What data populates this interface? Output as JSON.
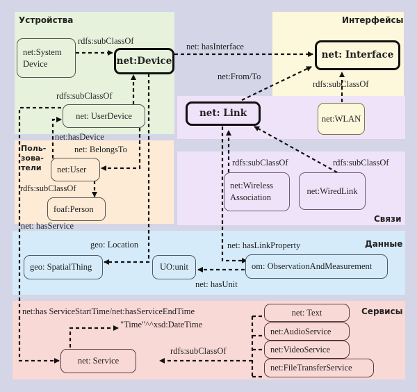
{
  "regions": {
    "devices": "Устройства",
    "interfaces": "Интерфейсы",
    "users": [
      "Поль-",
      "зова-",
      "тели"
    ],
    "links": "Связи",
    "data": "Данные",
    "services": "Сервисы"
  },
  "nodes": {
    "system_device": [
      "net:System",
      "Device"
    ],
    "device": "net:Device",
    "interface": "net: Interface",
    "user_device": "net: UserDevice",
    "link": "net: Link",
    "wlan": "net:WLAN",
    "user": "net:User",
    "person": "foaf:Person",
    "wireless": [
      "net:Wireless",
      "Association"
    ],
    "wired": "net:WiredLink",
    "spatial": "geo: SpatialThing",
    "unit": "UO:unit",
    "observation": "om: ObservationAndMeasurement",
    "text": "net: Text",
    "audio": "net:AudioService",
    "video": "net:VideoService",
    "file": "net:FileTransferService",
    "service": "net: Service"
  },
  "edge_labels": {
    "sys_subclass": "rdfs:subClassOf",
    "has_interface": "net: hasInterface",
    "from_to": "net:From/To",
    "wlan_subclass": "rdfs:subClassOf",
    "userdevice_subclass": "rdfs:subClassOf",
    "has_device": "net:hasDevice",
    "belongs_to": "net: BelongsTo",
    "person_subclass": "rdfs:subClassOf",
    "wireless_subclass": "rdfs:subClassOf",
    "wired_subclass": "rdfs:subClassOf",
    "has_service": "net: hasService",
    "location": "geo: Location",
    "link_property": "net: hasLinkProperty",
    "has_unit": "net: hasUnit",
    "service_time": "net:has ServiceStartTime/net:hasServiceEndTime",
    "time_literal": "\"Time\"^^xsd:DateTime",
    "service_subclass": "rdfs:subClassOf"
  },
  "colors": {
    "devices_bg": "#e6f2dc",
    "interfaces_bg": "#fdf7dc",
    "users_bg": "#fdebd6",
    "links_bg": "#efe3f9",
    "data_bg": "#d6ebfa",
    "services_bg": "#f9d9d6",
    "page_bg": "#d4d5e6"
  }
}
